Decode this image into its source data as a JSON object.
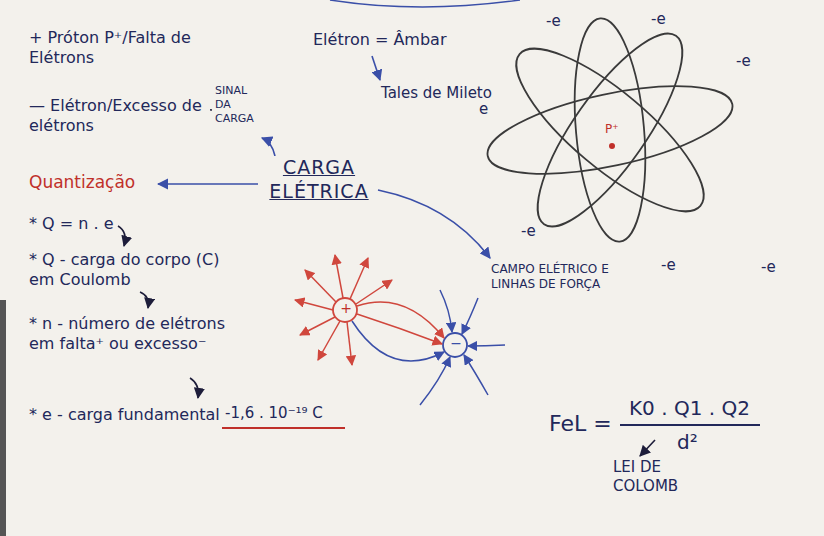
{
  "diagram": {
    "labels": [
      "+ Próton P⁺/Falta de Elétrons",
      "— Elétron/Excesso de elétrons",
      "SINAL DA CARGA",
      "Quantização",
      "* Q = n . e",
      "* Q - carga do corpo (C) em Coulomb",
      "* n - número de elétrons em falta⁺ ou excesso⁻",
      "* e - carga fundamental",
      "-1,6 . 10⁻¹⁹ C",
      "Elétron = Âmbar",
      "Tales de Mileto",
      "CARGA ELÉTRICA",
      "CAMPO ELÉTRICO E LINHAS DE FORÇA",
      "FeL =",
      "K0 . Q1 . Q2",
      "d²",
      "LEI DE COLOMB",
      "-e",
      "-e",
      "-e",
      "e",
      "-e",
      "-e",
      "-e",
      "P⁺",
      "+",
      "−"
    ]
  }
}
